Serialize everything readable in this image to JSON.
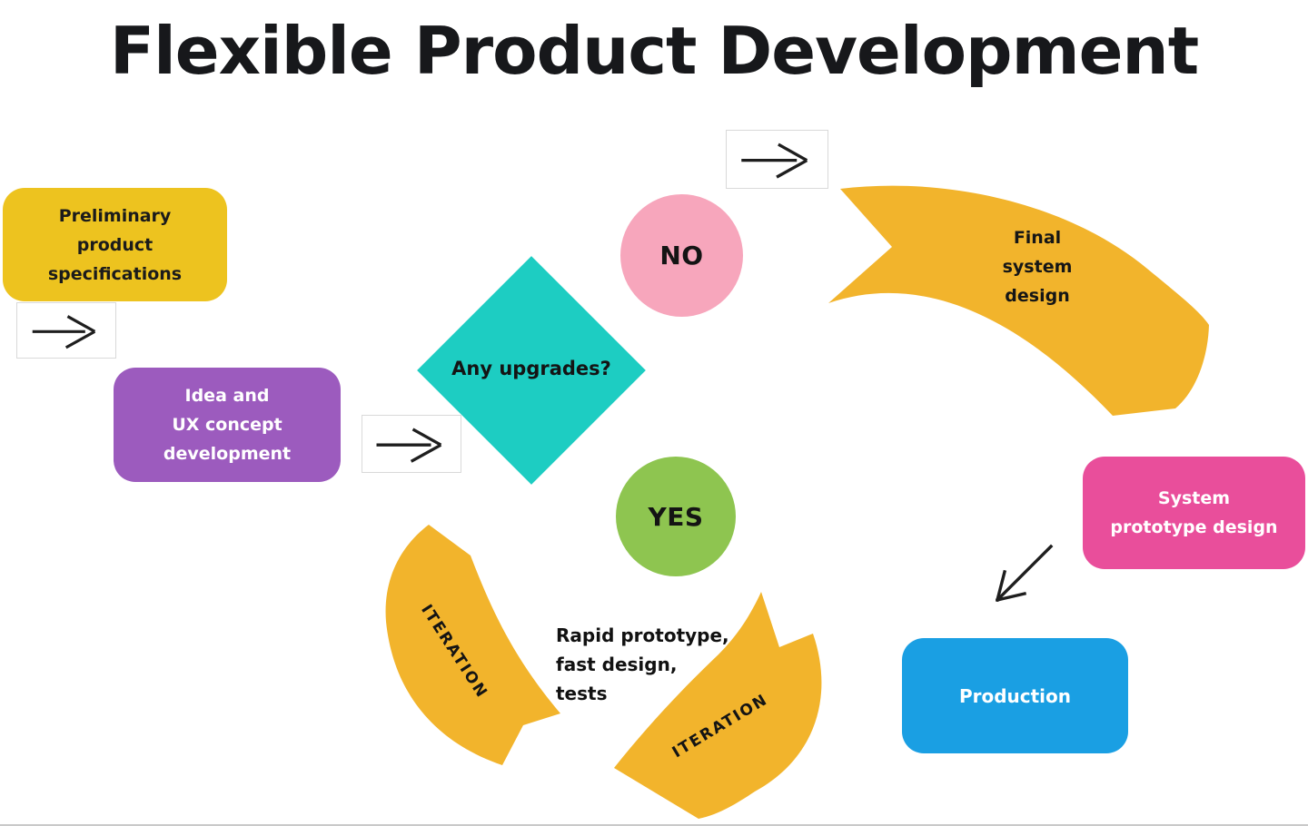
{
  "title": "Flexible Product Development",
  "colors": {
    "yellow_box": "#EDC31F",
    "ribbon_yellow": "#F2B42C",
    "purple": "#9C5BBE",
    "teal": "#1DCDC2",
    "pink": "#F7A6BC",
    "green": "#8EC550",
    "magenta": "#E94E9B",
    "blue": "#1A9FE3",
    "arrow_black": "#1E1E1E"
  },
  "nodes": {
    "preliminary": {
      "line1": "Preliminary",
      "line2": "product",
      "line3": "specifications"
    },
    "idea": {
      "line1": "Idea and",
      "line2": "UX concept",
      "line3": "development"
    },
    "decision": {
      "label": "Any upgrades?"
    },
    "no_badge": {
      "label": "NO"
    },
    "yes_badge": {
      "label": "YES"
    },
    "final_design": {
      "line1": "Final",
      "line2": "system",
      "line3": "design"
    },
    "rapid": {
      "line1": "Rapid prototype,",
      "line2": "fast design,",
      "line3": "tests"
    },
    "system_prototype": {
      "line1": "System",
      "line2": "prototype design"
    },
    "production": {
      "label": "Production"
    },
    "iteration_left": {
      "label": "ITERATION"
    },
    "iteration_right": {
      "label": "ITERATION"
    }
  }
}
